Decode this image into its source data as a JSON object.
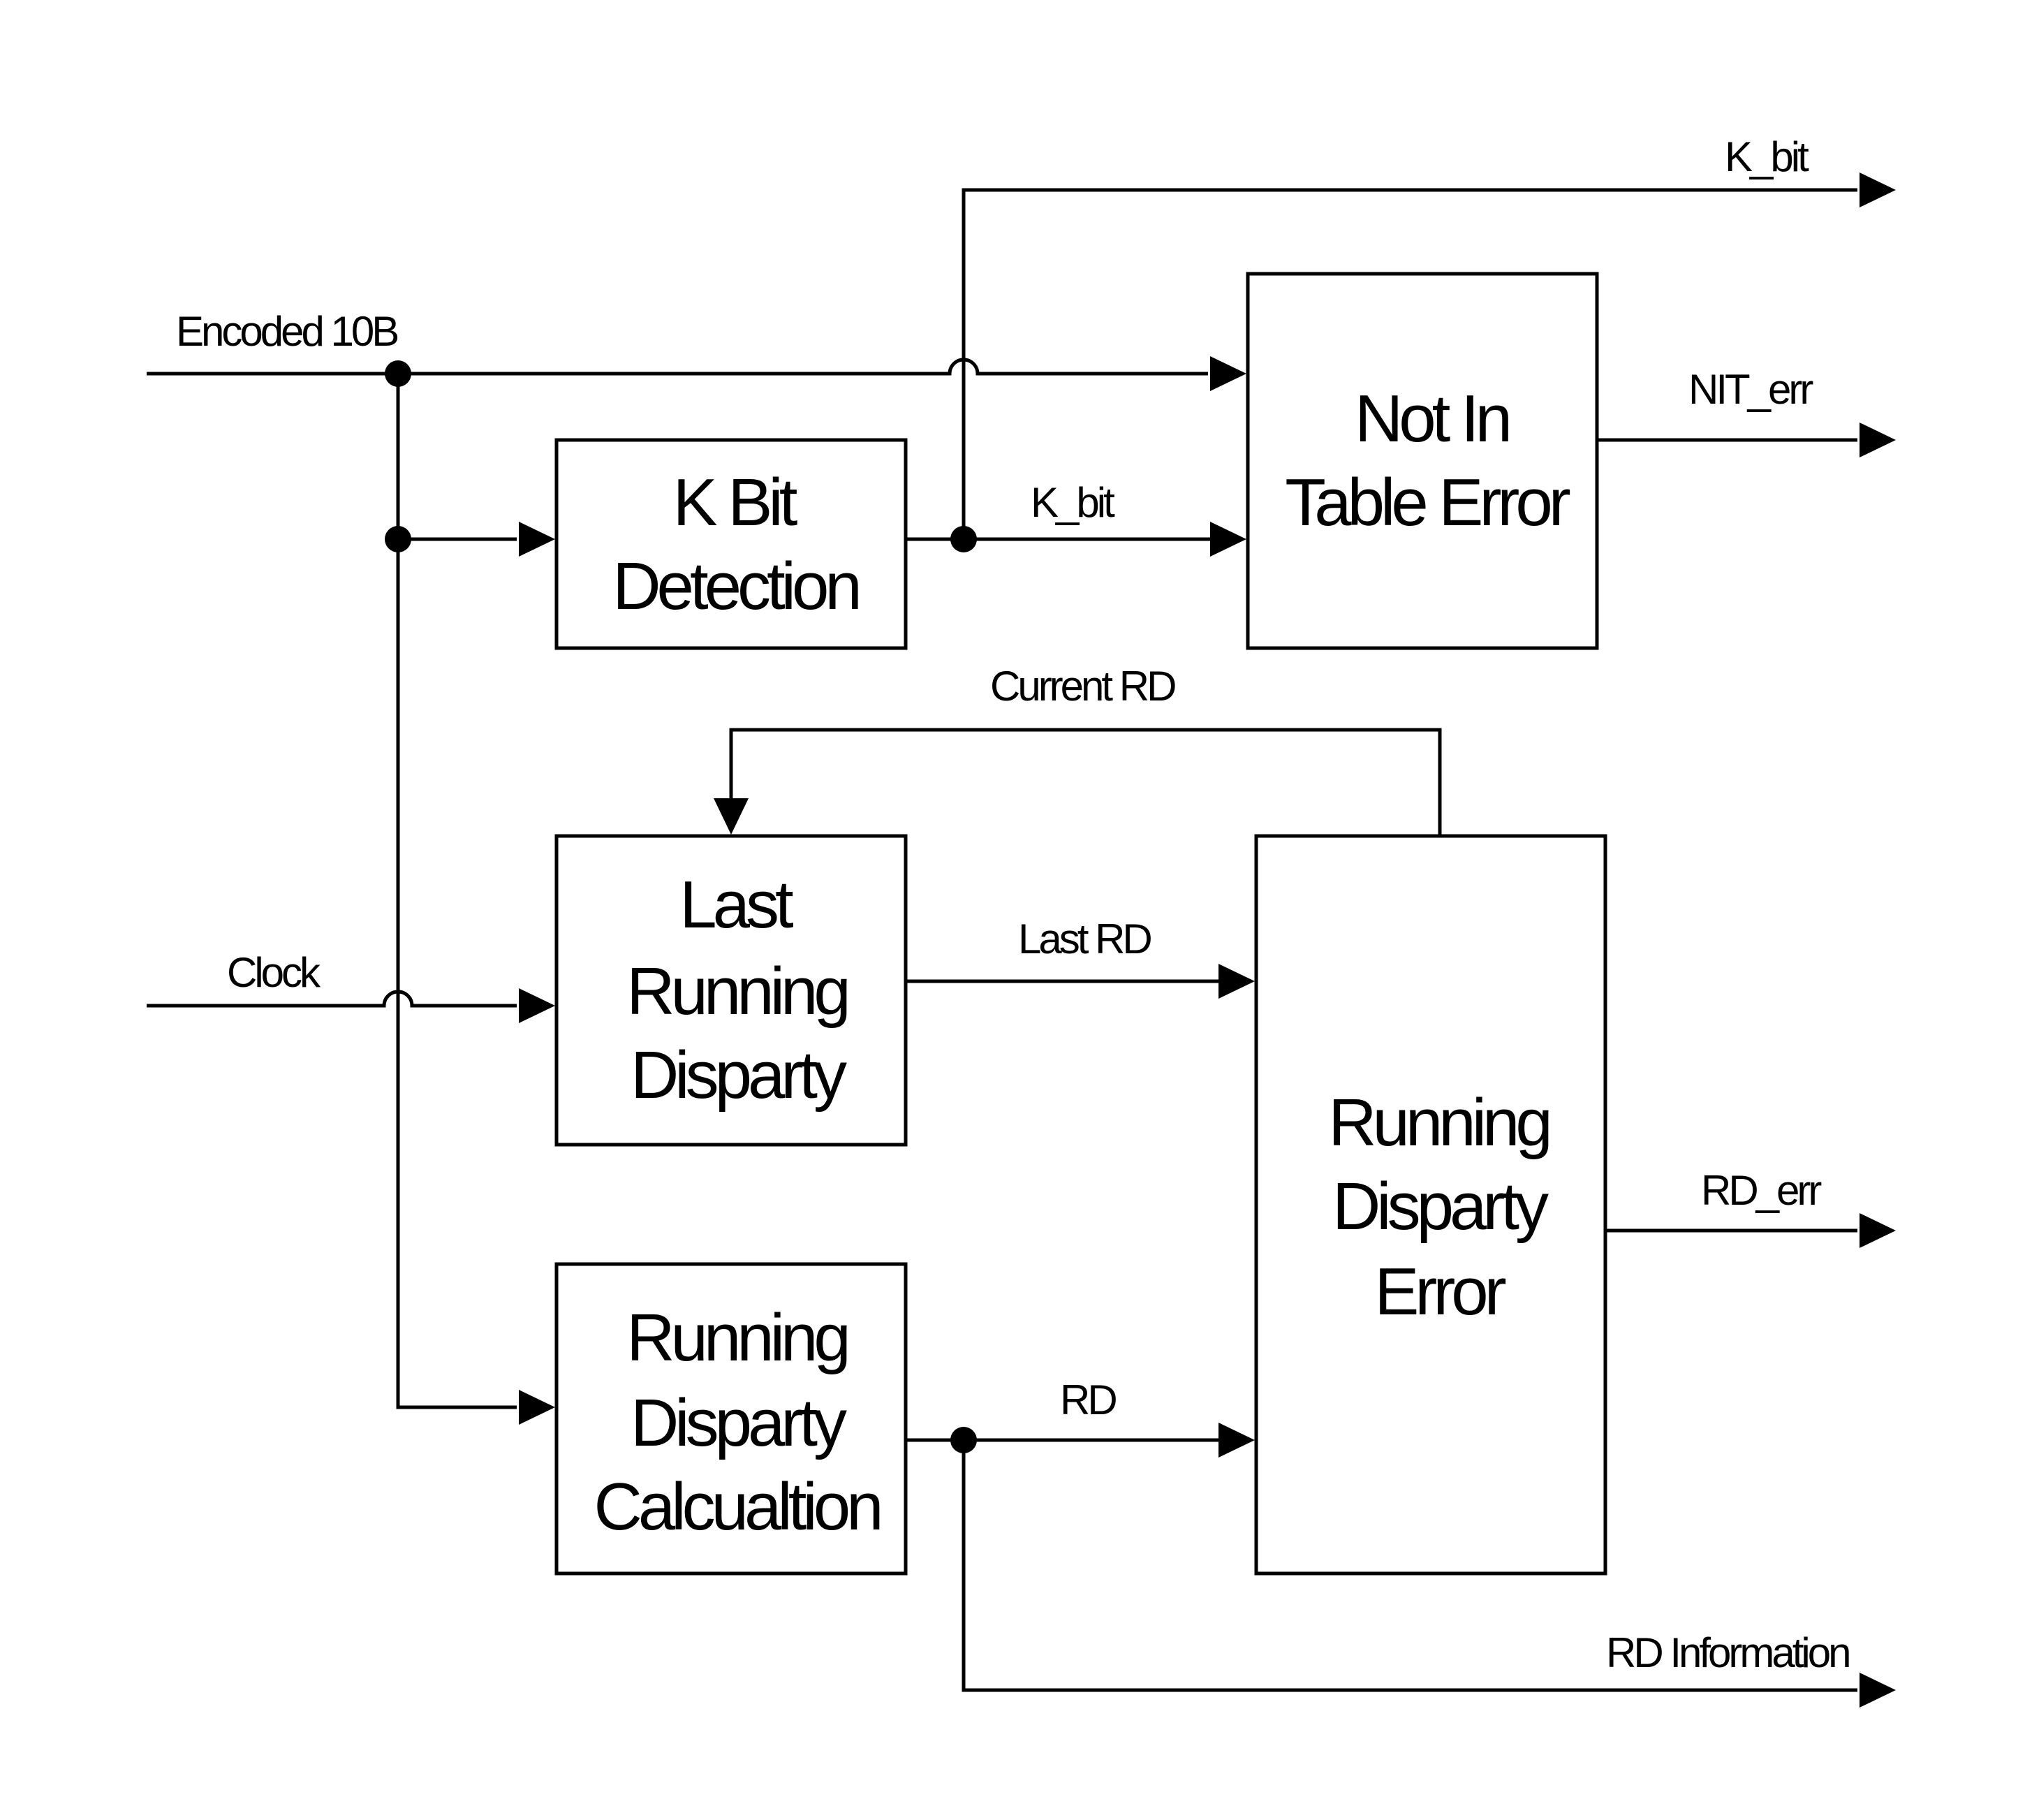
{
  "signals": {
    "encoded_10b": "Encoded 10B",
    "clock": "Clock",
    "k_bit_internal": "K_bit",
    "k_bit_out": "K_bit",
    "nit_err": "NIT_err",
    "current_rd": "Current RD",
    "last_rd": "Last RD",
    "rd": "RD",
    "rd_err": "RD_err",
    "rd_information": "RD Information"
  },
  "blocks": {
    "k_bit_detection": {
      "lines": [
        "K Bit",
        "Detection"
      ]
    },
    "not_in_table_error": {
      "lines": [
        "Not In",
        "Table Error"
      ]
    },
    "last_running_disparity": {
      "lines": [
        "Last",
        "Running",
        "Disparty"
      ]
    },
    "running_disparity_calculation": {
      "lines": [
        "Running",
        "Disparty",
        "Calcualtion"
      ]
    },
    "running_disparity_error": {
      "lines": [
        "Running",
        "Disparty",
        "Error"
      ]
    }
  }
}
